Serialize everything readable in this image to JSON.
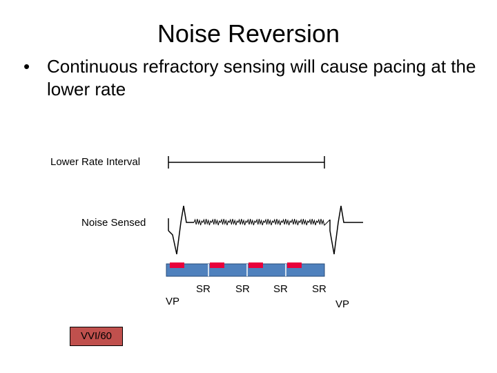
{
  "slide": {
    "title": "Noise Reversion",
    "bullet": "Continuous refractory sensing will cause pacing at the lower rate"
  },
  "diagram": {
    "lower_rate_label": "Lower Rate Interval",
    "noise_label": "Noise Sensed",
    "events": [
      {
        "label": "VP"
      },
      {
        "label": "SR"
      },
      {
        "label": "SR"
      },
      {
        "label": "SR"
      },
      {
        "label": "SR"
      },
      {
        "label": "VP"
      }
    ],
    "mode_label": "VVI/60",
    "colors": {
      "timeline_bar": "#4f81bd",
      "refractory_marker": "#e8003b",
      "mode_box": "#c0504d"
    }
  }
}
